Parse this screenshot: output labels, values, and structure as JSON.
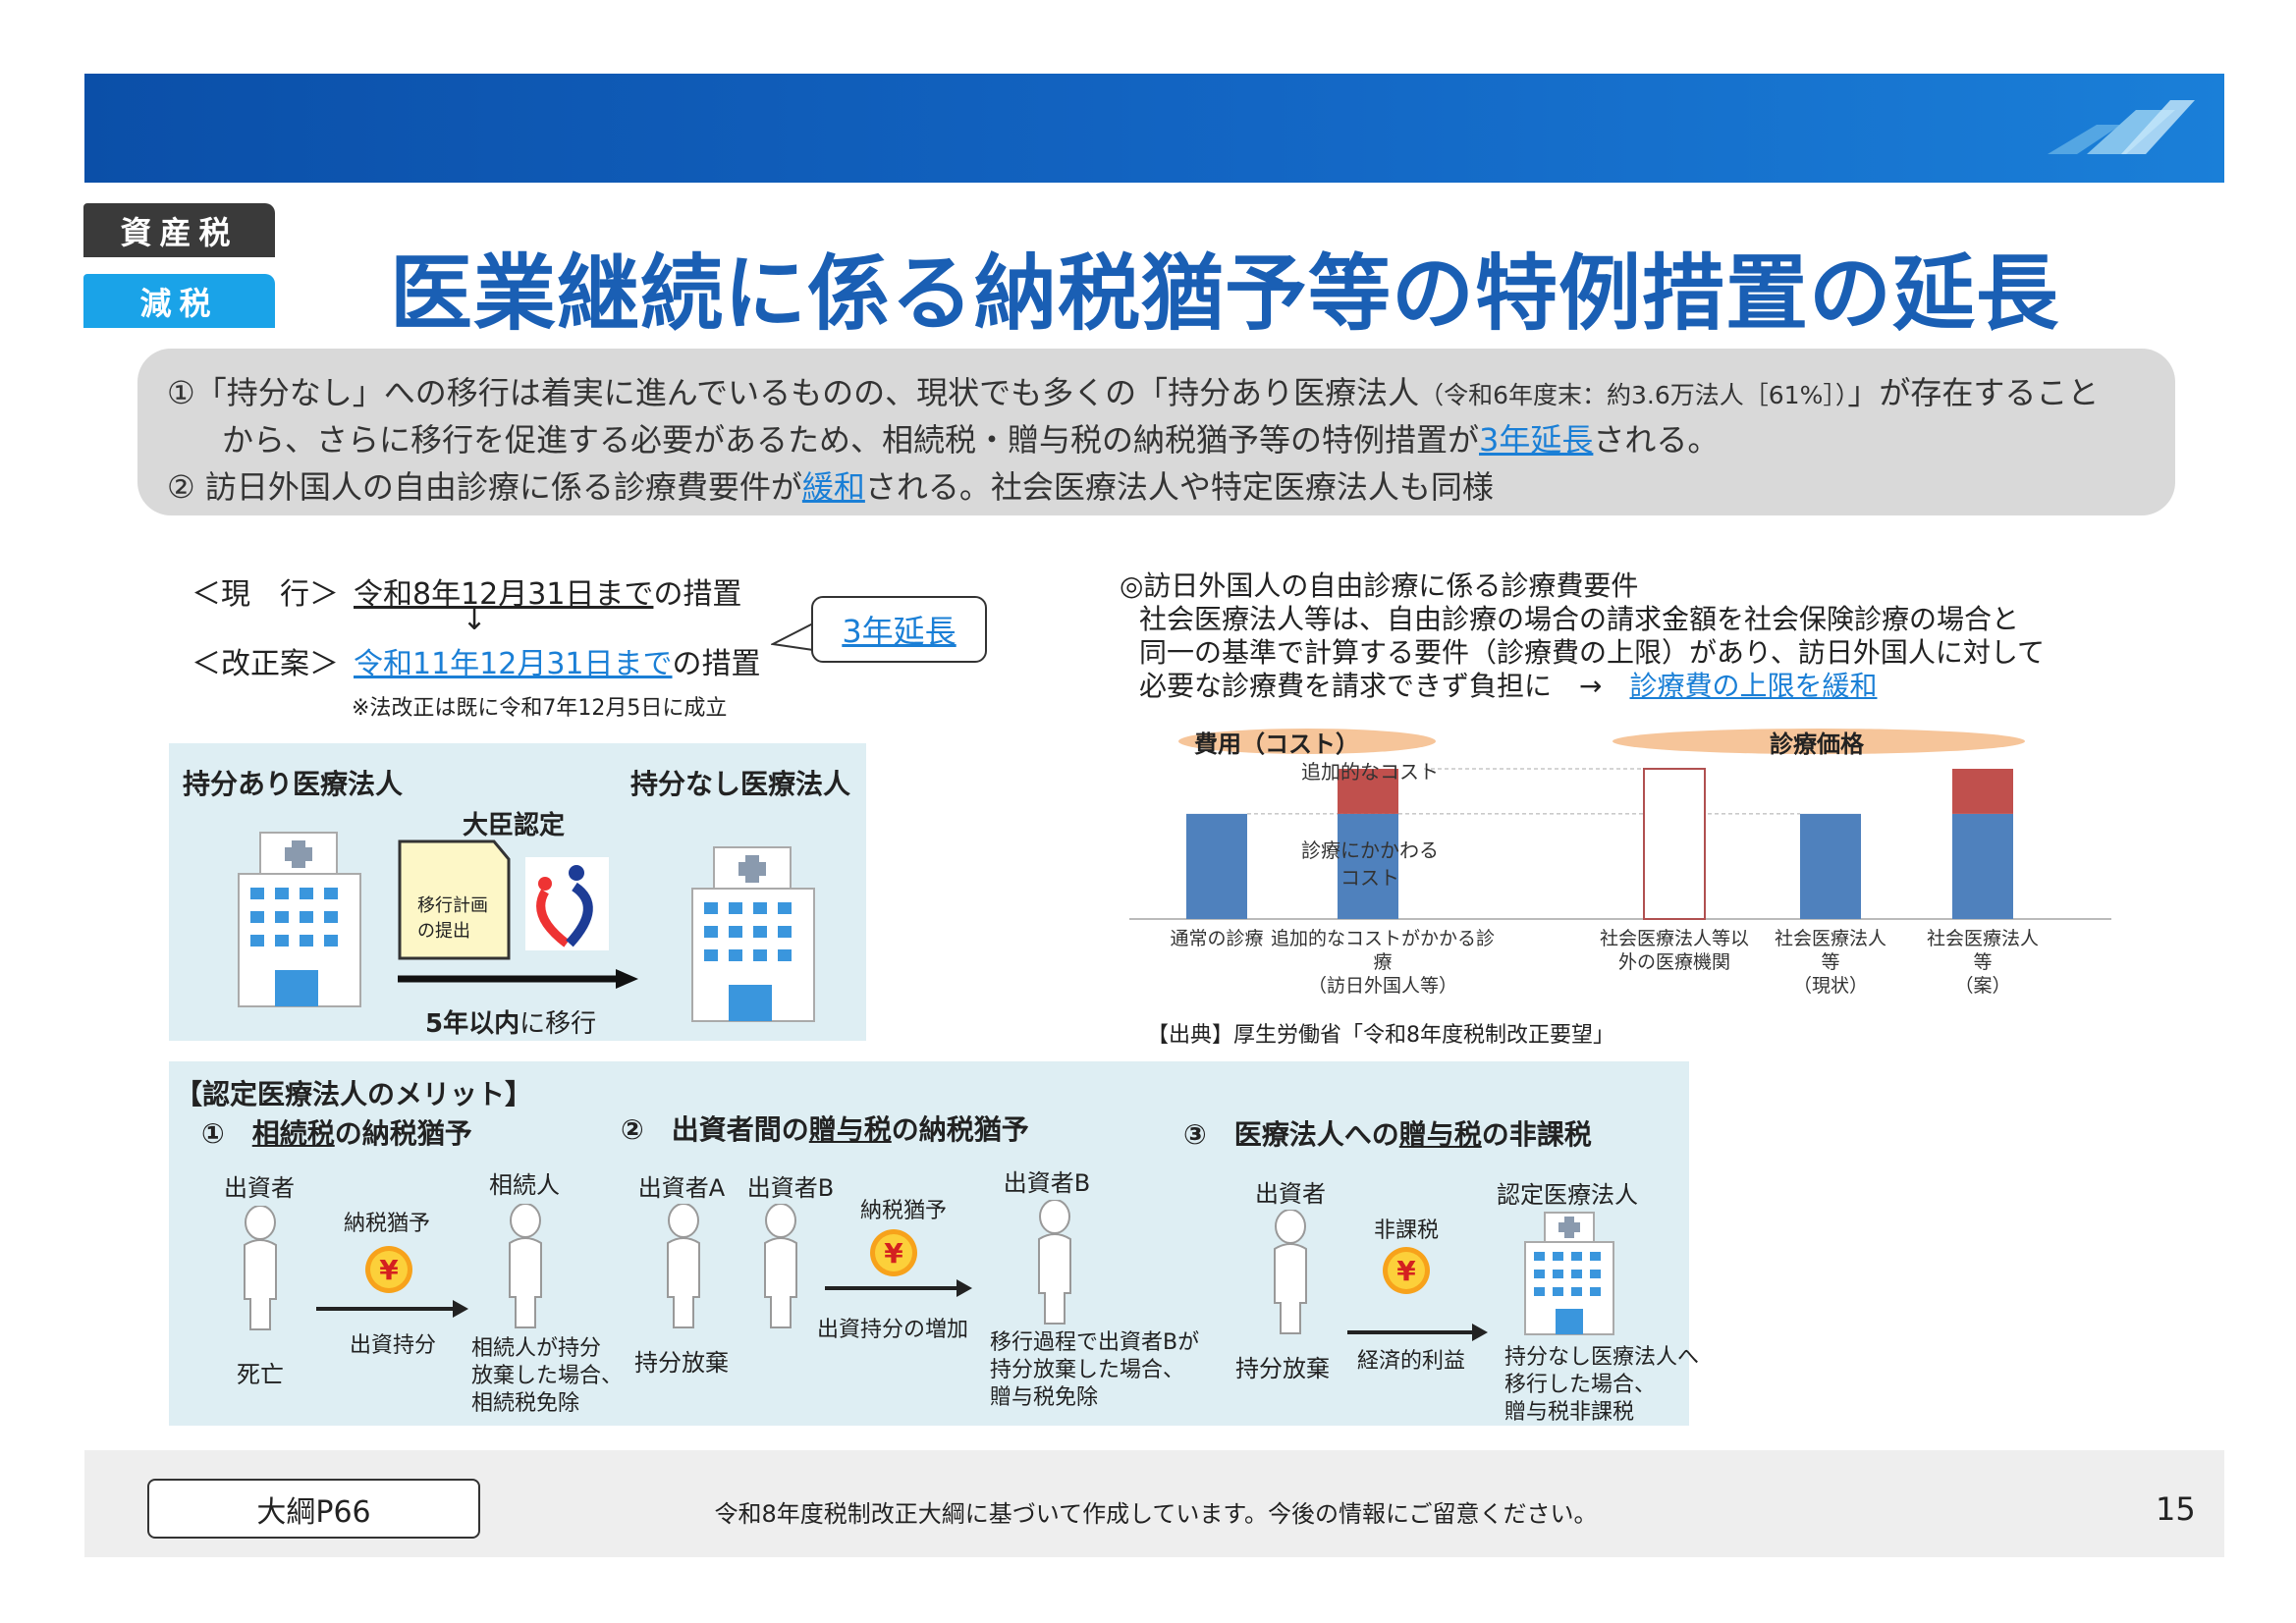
{
  "header": {
    "tags": [
      "資産税",
      "減税"
    ],
    "title": "医業継続に係る納税猶予等の特例措置の延長",
    "colors": {
      "bar": "#1366c4",
      "tag_dark": "#3a3a3a",
      "tag_cyan": "#1aa3e8",
      "title": "#1a5fb4",
      "link": "#1a7fd6"
    }
  },
  "summary": {
    "line1_a": "①「持分なし」への移行は着実に進んでいるものの、現状でも多くの「持分あり医療法人",
    "line1_small": "（令和6年度末：約3.6万法人［61%］）",
    "line1_b": "」が存在すること",
    "line2_a": "から、さらに移行を促進する必要があるため、相続税・贈与税の納税猶予等の特例措置が",
    "line2_link": "3年延長",
    "line2_b": "される。",
    "line3_a": "② 訪日外国人の自由診療に係る診療費要件が",
    "line3_link": "緩和",
    "line3_b": "される。社会医療法人や特定医療法人も同様"
  },
  "schedule": {
    "current_label": "＜現　行＞",
    "current_date": "令和8年12月31日まで",
    "current_suffix": "の措置",
    "arrow": "↓",
    "revised_label": "＜改正案＞",
    "revised_date": "令和11年12月31日まで",
    "revised_suffix": "の措置",
    "callout": "3年延長",
    "note": "※法改正は既に令和7年12月5日に成立"
  },
  "transition": {
    "left_title": "持分あり医療法人",
    "right_title": "持分なし医療法人",
    "approval": "大臣認定",
    "document": [
      "移行計画",
      "の提出"
    ],
    "deadline_bold": "5年以内",
    "deadline_rest": "に移行"
  },
  "requirement": {
    "heading": "◎訪日外国人の自由診療に係る診療費要件",
    "body": [
      "社会医療法人等は、自由診療の場合の請求金額を社会保険診療の場合と",
      "同一の基準で計算する要件（診療費の上限）があり、訪日外国人に対して",
      "必要な診療費を請求できず負担に　→　"
    ],
    "link": "診療費の上限を緩和",
    "source": "【出典】厚生労働省「令和8年度税制改正要望」"
  },
  "cost_chart": {
    "groups": [
      "費用（コスト）",
      "診療価格"
    ],
    "inner_labels": {
      "extra": "追加的なコスト",
      "base": [
        "診療にかかわる",
        "コスト"
      ]
    },
    "bars": [
      {
        "label": [
          "通常の診療"
        ],
        "base": 70,
        "extra": 0,
        "style": "solid"
      },
      {
        "label": [
          "追加的なコストがかかる診",
          "療",
          "（訪日外国人等）"
        ],
        "base": 70,
        "extra": 30,
        "style": "solid"
      },
      {
        "label": [
          "社会医療法人等以",
          "外の医療機関"
        ],
        "base": 100,
        "extra": 0,
        "style": "outline"
      },
      {
        "label": [
          "社会医療法人",
          "等",
          "（現状）"
        ],
        "base": 70,
        "extra": 0,
        "style": "solid"
      },
      {
        "label": [
          "社会医療法人等",
          "（案）"
        ],
        "base": 70,
        "extra": 30,
        "style": "solid"
      }
    ],
    "colors": {
      "base": "#4f81bd",
      "extra": "#c0504d",
      "oval": "#f6c59a"
    }
  },
  "merits": {
    "title": "【認定医療法人のメリット】",
    "s1": {
      "num": "①",
      "heading_u": "相続税",
      "heading_rest": "の納税猶予",
      "from": "出資者",
      "to": "相続人",
      "tax": "納税猶予",
      "arrow": "出資持分",
      "from_note": "死亡",
      "to_note": [
        "相続人が持分",
        "放棄した場合、",
        "相続税免除"
      ]
    },
    "s2": {
      "num": "②",
      "heading_a": "出資者間の",
      "heading_u": "贈与税",
      "heading_rest": "の納税猶予",
      "a": "出資者A",
      "b": "出資者B",
      "tax": "納税猶予",
      "arrow": "出資持分の増加",
      "to": "出資者B",
      "a_note": "持分放棄",
      "to_note": [
        "移行過程で出資者Bが",
        "持分放棄した場合、",
        "贈与税免除"
      ]
    },
    "s3": {
      "num": "③",
      "heading_a": "医療法人への",
      "heading_u": "贈与税",
      "heading_rest": "の非課税",
      "from": "出資者",
      "tax": "非課税",
      "arrow": "経済的利益",
      "to": "認定医療法人",
      "from_note": "持分放棄",
      "to_note": [
        "持分なし医療法人へ",
        "移行した場合、",
        "贈与税非課税"
      ]
    }
  },
  "footer": {
    "ref": "大綱P66",
    "note": "令和8年度税制改正大綱に基づいて作成しています。今後の情報にご留意ください。",
    "page": "15"
  }
}
